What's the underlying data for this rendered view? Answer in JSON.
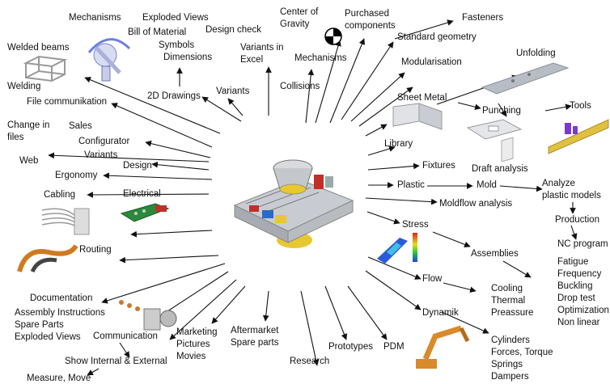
{
  "labels": {
    "mechanisms_top": "Mechanisms",
    "exploded_views_top": "Exploded Views",
    "bill_of_material": "Bill of Material",
    "symbols": "Symbols",
    "dimensions": "Dimensions",
    "design_check": "Design check",
    "variants_in_excel": "Variants in\nExcel",
    "center_of_gravity": "Center of\nGravity",
    "purchased_components": "Purchased\ncomponents",
    "fasteners": "Fasteners",
    "standard_geometry": "Standard geometry",
    "mechanisms_mid": "Mechanisms",
    "modularisation": "Modularisation",
    "unfolding": "Unfolding",
    "welded_beams": "Welded beams",
    "welding": "Welding",
    "file_communication": "File communikation",
    "change_in_files": "Change in\nfiles",
    "sales": "Sales",
    "configurator": "Configurator",
    "variants_left": "Variants",
    "web": "Web",
    "design": "Design",
    "ergonomy": "Ergonomy",
    "cabling": "Cabling",
    "electrical": "Electrical",
    "drawings_2d": "2D Drawings",
    "variants_top": "Variants",
    "collisions": "Collisions",
    "sheet_metal": "Sheet Metal",
    "punching": "Punching",
    "tools": "Tools",
    "library": "Library",
    "fixtures": "Fixtures",
    "draft_analysis": "Draft analysis",
    "plastic": "Plastic",
    "mold": "Mold",
    "analyze_plastic_models": "Analyze\nplastic models",
    "moldflow_analysis": "Moldflow analysis",
    "production": "Production",
    "nc_program": "NC program",
    "stress": "Stress",
    "assemblies": "Assemblies",
    "analysis_list": "Fatigue\nFrequency\nBuckling\nDrop test\nOptimization\nNon linear",
    "routing": "Routing",
    "flow": "Flow",
    "cooling_list": "Cooling\nThermal\nPreassure",
    "documentation": "Documentation",
    "assembly_instructions": "Assembly Instructions",
    "spare_parts": "Spare Parts",
    "exploded_views_bottom": "Exploded Views",
    "communication": "Communication",
    "show_internal_external": "Show Internal & External",
    "measure_move": "Measure, Move",
    "marketing_list": "Marketing\nPictures\nMovies",
    "aftermarket": "Aftermarket\nSpare parts",
    "research": "Research",
    "prototypes": "Prototypes",
    "pdm": "PDM",
    "dynamik": "Dynamik",
    "dynamik_list": "Cylinders\nForces, Torque\nSprings\nDampers"
  },
  "colors": {
    "arrow": "#111111",
    "model_metal": "#b8bcc0",
    "model_yellow": "#e8c830",
    "model_red": "#c03028",
    "pcb_green": "#2a8a3a",
    "routing_orange": "#d07a20",
    "robot_orange": "#d98a2a",
    "tool_purple": "#7a3ad0",
    "tool_yellow": "#e0c040",
    "fea_blue": "#2a5ad8"
  }
}
